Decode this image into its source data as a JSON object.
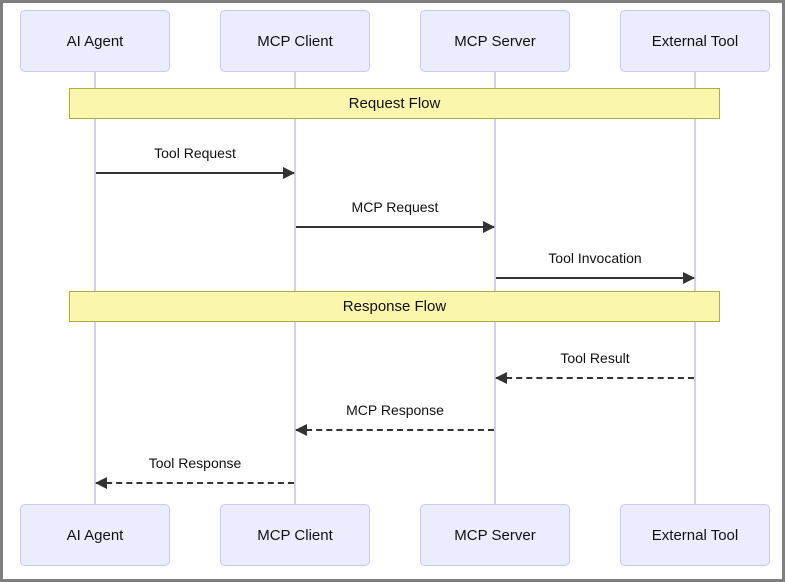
{
  "diagram_type": "sequence-diagram",
  "actors": [
    {
      "label": "AI Agent"
    },
    {
      "label": "MCP Client"
    },
    {
      "label": "MCP Server"
    },
    {
      "label": "External Tool"
    }
  ],
  "banners": [
    {
      "label": "Request Flow"
    },
    {
      "label": "Response Flow"
    }
  ],
  "messages": [
    {
      "label": "Tool Request",
      "from": "AI Agent",
      "to": "MCP Client",
      "line": "solid",
      "direction": "right"
    },
    {
      "label": "MCP Request",
      "from": "MCP Client",
      "to": "MCP Server",
      "line": "solid",
      "direction": "right"
    },
    {
      "label": "Tool Invocation",
      "from": "MCP Server",
      "to": "External Tool",
      "line": "solid",
      "direction": "right"
    },
    {
      "label": "Tool Result",
      "from": "External Tool",
      "to": "MCP Server",
      "line": "dashed",
      "direction": "left"
    },
    {
      "label": "MCP Response",
      "from": "MCP Server",
      "to": "MCP Client",
      "line": "dashed",
      "direction": "left"
    },
    {
      "label": "Tool Response",
      "from": "MCP Client",
      "to": "AI Agent",
      "line": "dashed",
      "direction": "left"
    }
  ],
  "colors": {
    "background": "#ffffff",
    "frame_border": "#7f7f7f",
    "actor_fill": "#ececff",
    "actor_border": "#ccc9f0",
    "banner_fill": "#faf6ac",
    "banner_border": "#adad44",
    "lifeline": "#d5d0ee",
    "arrow": "#333333",
    "text": "#111111"
  }
}
